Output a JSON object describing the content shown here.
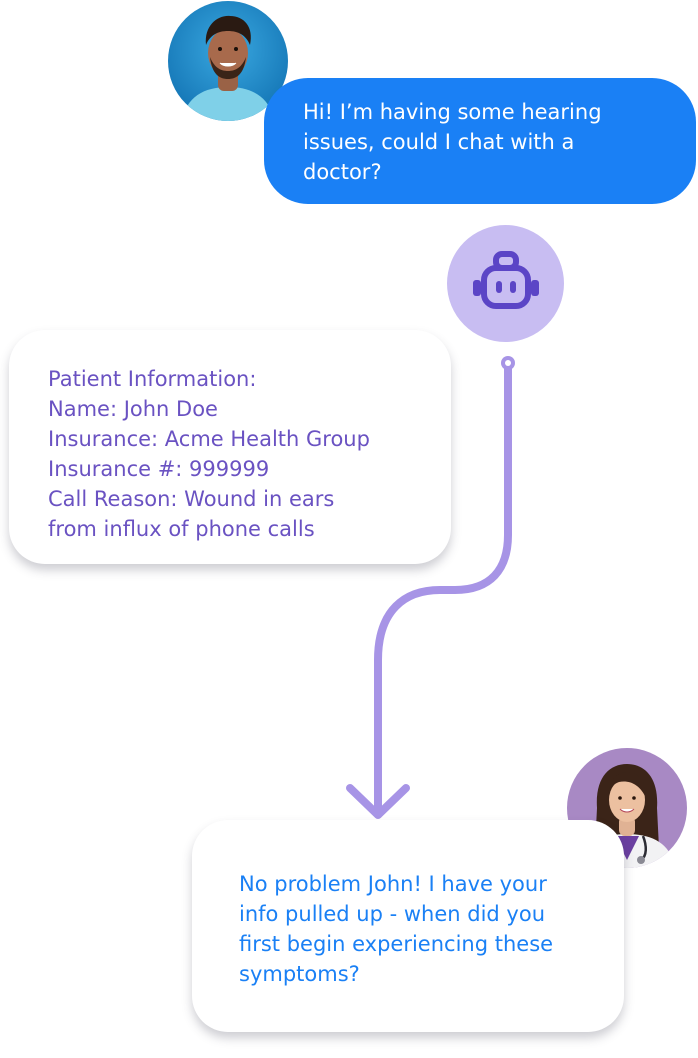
{
  "patient_message": {
    "lines": [
      "Hi! I’m having some hearing",
      "issues, could I chat with a",
      "doctor?"
    ]
  },
  "patient_info": {
    "lines": [
      "Patient Information:",
      "Name: John Doe",
      "Insurance: Acme Health Group",
      "Insurance #: 999999",
      "Call Reason: Wound in ears",
      "from influx of phone calls"
    ]
  },
  "doctor_message": {
    "lines": [
      "No problem John! I have your",
      "info pulled up - when did you",
      "first begin experiencing these",
      "symptoms?"
    ]
  },
  "colors": {
    "patient_bubble": "#1a80f5",
    "info_text": "#6a52c2",
    "doctor_text": "#1a80f5",
    "bot_avatar_bg": "#c8bdf2",
    "bot_icon": "#5b45c6",
    "connector": "#a794e6"
  },
  "icons": {
    "patient_avatar": "patient-photo",
    "bot_avatar": "robot-icon",
    "doctor_avatar": "doctor-photo",
    "connector": "arrow-down-icon"
  }
}
